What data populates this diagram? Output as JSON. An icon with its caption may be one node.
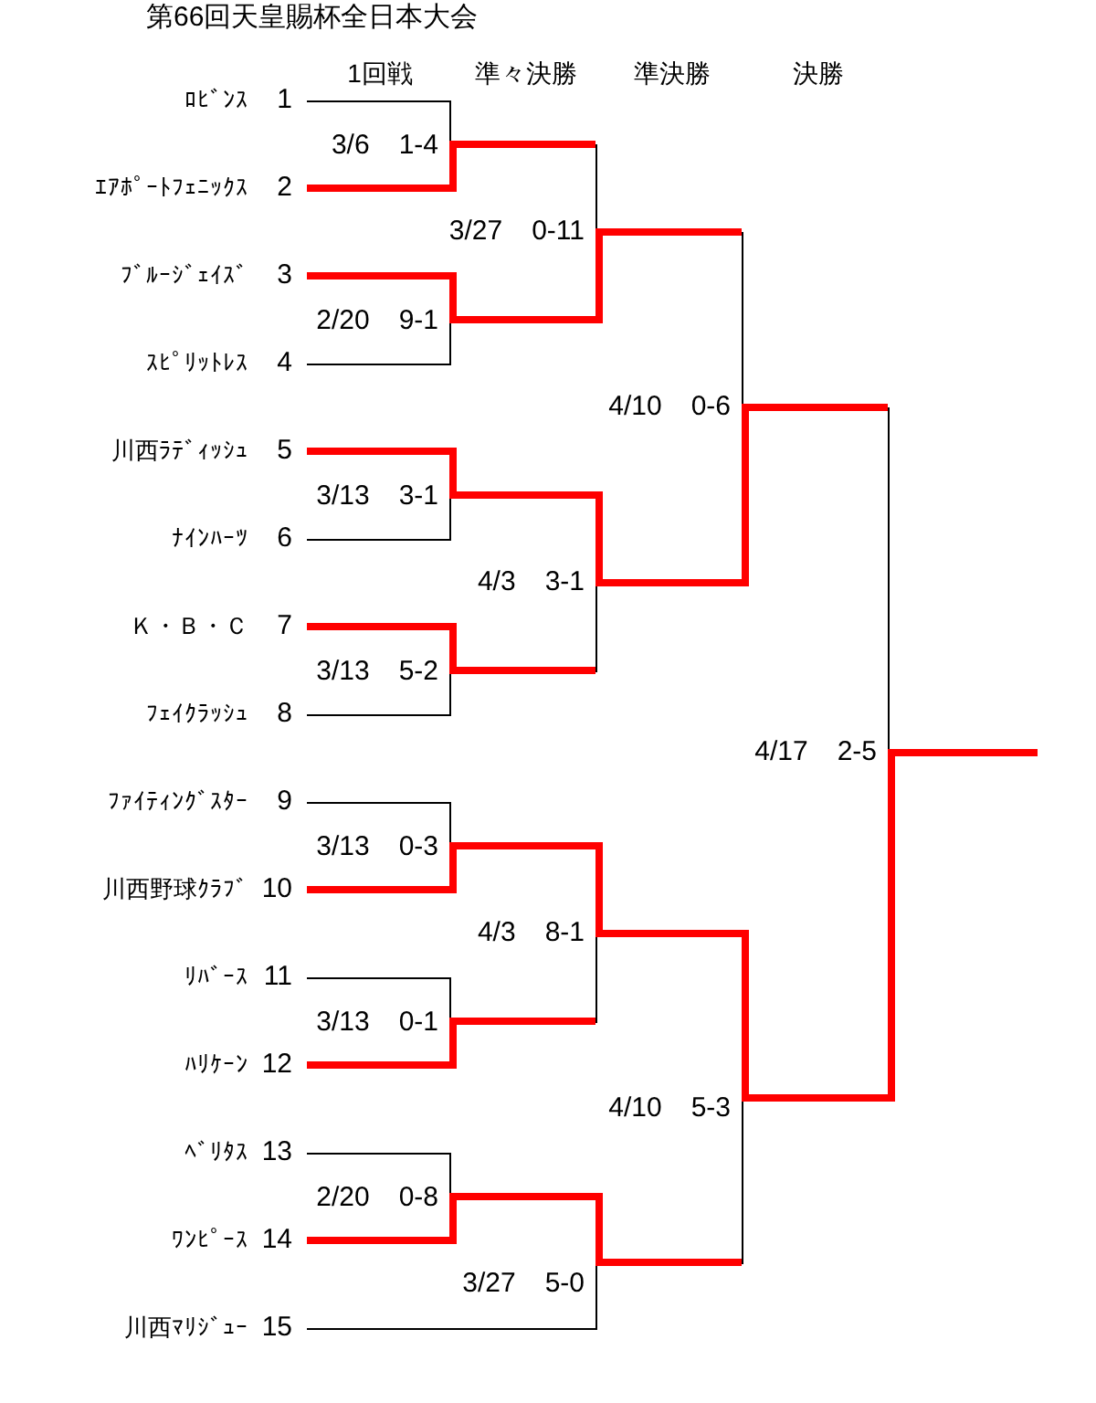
{
  "diagram": {
    "title": "第66回天皇賜杯全日本大会",
    "nodes": [
      {
        "text": [
          "ﾛﾋﾞﾝｽ",
          "1"
        ]
      },
      {
        "text": [
          "ｴｱﾎﾟｰﾄﾌｪﾆｯｸｽ",
          "2"
        ]
      },
      {
        "text": [
          "ﾌﾞﾙｰｼﾞｪｲｽﾞ",
          "3"
        ]
      },
      {
        "text": [
          "ｽﾋﾟﾘｯﾄﾚｽ",
          "4"
        ]
      },
      {
        "text": [
          "川西ﾗﾃﾞｨｯｼｭ",
          "5"
        ]
      },
      {
        "text": [
          "ﾅｲﾝﾊｰﾂ",
          "6"
        ]
      },
      {
        "text": [
          "Ｋ・Ｂ・Ｃ",
          "7"
        ]
      },
      {
        "text": [
          "ﾌｪｲｸﾗｯｼｭ",
          "8"
        ]
      },
      {
        "text": [
          "ﾌｧｲﾃｨﾝｸﾞｽﾀｰ",
          "9"
        ]
      },
      {
        "text": [
          "川西野球ｸﾗﾌﾞ",
          "10"
        ]
      },
      {
        "text": [
          "ﾘﾊﾞｰｽ",
          "11"
        ]
      },
      {
        "text": [
          "ﾊﾘｹｰﾝ",
          "12"
        ]
      },
      {
        "text": [
          "ﾍﾞﾘﾀｽ",
          "13"
        ]
      },
      {
        "text": [
          "ﾜﾝﾋﾟｰｽ",
          "14"
        ]
      },
      {
        "text": [
          "川西ﾏﾘｼﾞｭｰ",
          "15"
        ]
      },
      {
        "text": [],
        "shape": "bar",
        "beside": [
          "3/6",
          "1-4"
        ]
      },
      {
        "text": [],
        "shape": "bar",
        "beside": [
          "2/20",
          "9-1"
        ]
      },
      {
        "text": [],
        "shape": "bar",
        "beside": [
          "3/13",
          "3-1"
        ]
      },
      {
        "text": [],
        "shape": "bar",
        "beside": [
          "3/13",
          "5-2"
        ]
      },
      {
        "text": [],
        "shape": "bar",
        "beside": [
          "3/13",
          "0-3"
        ]
      },
      {
        "text": [],
        "shape": "bar",
        "beside": [
          "3/13",
          "0-1"
        ]
      },
      {
        "text": [],
        "shape": "bar",
        "beside": [
          "2/20",
          "0-8"
        ]
      },
      {
        "text": [],
        "shape": "bar",
        "beside": [
          "3/27",
          "0-11"
        ]
      },
      {
        "text": [],
        "shape": "bar",
        "beside": [
          "4/3",
          "3-1"
        ]
      },
      {
        "text": [],
        "shape": "bar",
        "beside": [
          "4/3",
          "8-1"
        ]
      },
      {
        "text": [],
        "shape": "bar",
        "beside": [
          "3/27",
          "5-0"
        ]
      },
      {
        "text": [],
        "shape": "bar",
        "beside": [
          "4/10",
          "0-6"
        ]
      },
      {
        "text": [],
        "shape": "bar",
        "beside": [
          "4/10",
          "5-3"
        ]
      },
      {
        "text": [],
        "shape": "bar",
        "beside": [
          "4/17",
          "2-5"
        ]
      }
    ],
    "edges": [
      {
        "from": 0,
        "to": 15,
        "arrow": "none",
        "color": "#000000"
      },
      {
        "from": 1,
        "to": 15,
        "arrow": "none",
        "color": "#ff0000"
      },
      {
        "from": 2,
        "to": 16,
        "arrow": "none",
        "color": "#ff0000"
      },
      {
        "from": 3,
        "to": 16,
        "arrow": "none",
        "color": "#000000"
      },
      {
        "from": 4,
        "to": 17,
        "arrow": "none",
        "color": "#ff0000"
      },
      {
        "from": 5,
        "to": 17,
        "arrow": "none",
        "color": "#000000"
      },
      {
        "from": 6,
        "to": 18,
        "arrow": "none",
        "color": "#ff0000"
      },
      {
        "from": 7,
        "to": 18,
        "arrow": "none",
        "color": "#000000"
      },
      {
        "from": 8,
        "to": 19,
        "arrow": "none",
        "color": "#000000"
      },
      {
        "from": 9,
        "to": 19,
        "arrow": "none",
        "color": "#ff0000"
      },
      {
        "from": 10,
        "to": 20,
        "arrow": "none",
        "color": "#000000"
      },
      {
        "from": 11,
        "to": 20,
        "arrow": "none",
        "color": "#ff0000"
      },
      {
        "from": 12,
        "to": 21,
        "arrow": "none",
        "color": "#000000"
      },
      {
        "from": 13,
        "to": 21,
        "arrow": "none",
        "color": "#ff0000"
      },
      {
        "from": 14,
        "to": 25,
        "arrow": "none",
        "color": "#000000"
      },
      {
        "from": 15,
        "to": 22,
        "arrow": "none",
        "color": "#ff0000"
      },
      {
        "from": 16,
        "to": 22,
        "arrow": "none",
        "color": "#ff0000"
      },
      {
        "from": 17,
        "to": 23,
        "arrow": "none",
        "color": "#ff0000"
      },
      {
        "from": 18,
        "to": 23,
        "arrow": "none",
        "color": "#ff0000"
      },
      {
        "from": 19,
        "to": 24,
        "arrow": "none",
        "color": "#ff0000"
      },
      {
        "from": 20,
        "to": 24,
        "arrow": "none",
        "color": "#ff0000"
      },
      {
        "from": 21,
        "to": 25,
        "arrow": "none",
        "color": "#ff0000"
      },
      {
        "from": 22,
        "to": 26,
        "arrow": "none",
        "color": "#ff0000"
      },
      {
        "from": 23,
        "to": 26,
        "arrow": "none",
        "color": "#ff0000"
      },
      {
        "from": 24,
        "to": 27,
        "arrow": "none",
        "color": "#ff0000"
      },
      {
        "from": 25,
        "to": 27,
        "arrow": "none",
        "color": "#ff0000"
      },
      {
        "from": 26,
        "to": 28,
        "arrow": "none",
        "color": "#ff0000"
      },
      {
        "from": 27,
        "to": 28,
        "arrow": "none",
        "color": "#ff0000"
      },
      {
        "from": 28,
        "to": null,
        "arrow": "none",
        "color": "#ff0000"
      }
    ],
    "labels": [
      "1回戦",
      "準々決勝",
      "準決勝",
      "決勝"
    ]
  }
}
